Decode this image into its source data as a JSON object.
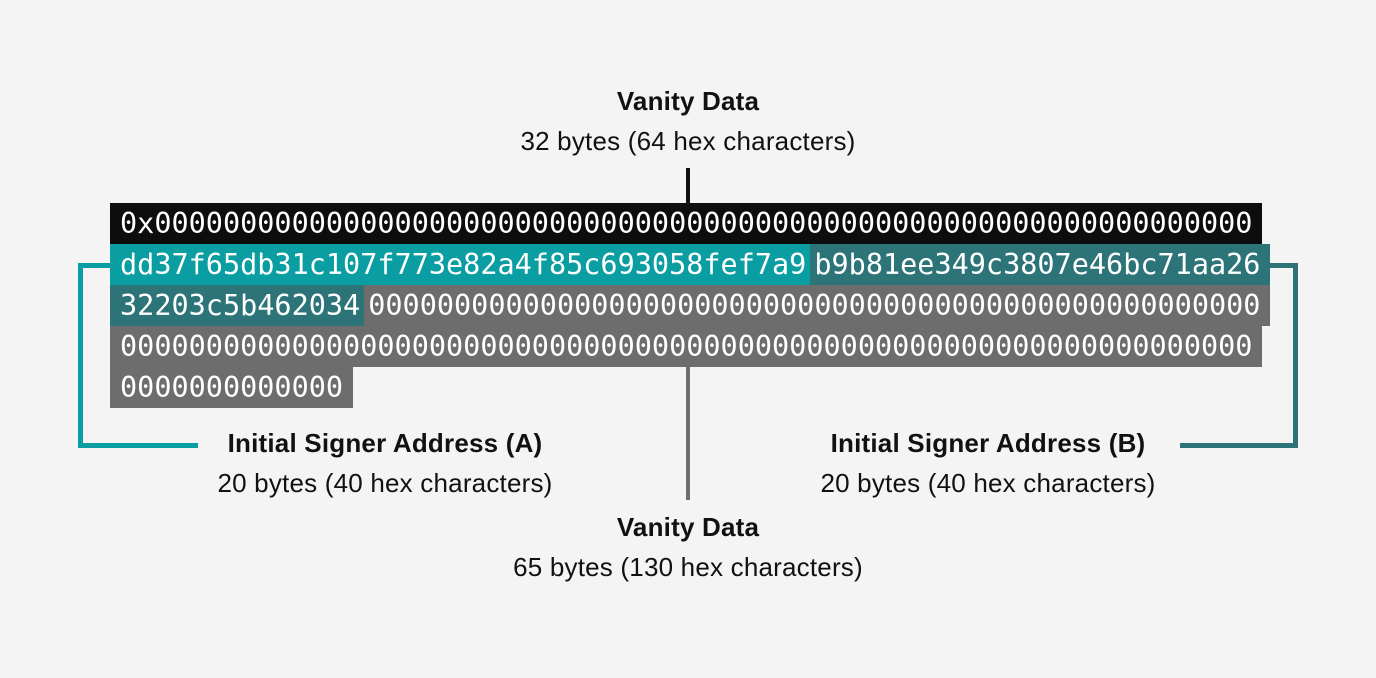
{
  "colors": {
    "page_bg": "#f4f4f5",
    "row_black": "#0d0d0d",
    "signer_a": "#0a9da1",
    "signer_b": "#2d7478",
    "zeros_gray": "#6d6d6d",
    "hex_text": "#ffffff",
    "caption_text": "#111111",
    "connector_top": "#111111",
    "connector_center": "#6d6d6d"
  },
  "top_caption": {
    "title": "Vanity Data",
    "subtitle": "32 bytes (64 hex characters)"
  },
  "caption_a": {
    "title": "Initial Signer Address (A)",
    "subtitle": "20 bytes (40 hex characters)"
  },
  "caption_b": {
    "title": "Initial Signer Address (B)",
    "subtitle": "20 bytes (40 hex characters)"
  },
  "bottom_caption": {
    "title": "Vanity Data",
    "subtitle": "65 bytes (130 hex characters)"
  },
  "addresses": {
    "signer_a": "dd37f65db31c107f773e82a4f85c693058fef7a9",
    "signer_b": "b9b81ee349c3807e46bc71aa2632203c5b462034"
  },
  "hex_rows": [
    {
      "segments": [
        {
          "role": "vanity-prefix",
          "text": "0x0000000000000000000000000000000000000000000000000000000000000000"
        }
      ]
    },
    {
      "segments": [
        {
          "role": "signer-a",
          "text": "dd37f65db31c107f773e82a4f85c693058fef7a9"
        },
        {
          "role": "signer-b",
          "text": "b9b81ee349c3807e46bc71aa26"
        }
      ]
    },
    {
      "segments": [
        {
          "role": "signer-b",
          "text": "32203c5b462034"
        },
        {
          "role": "zeros",
          "text": "0000000000000000000000000000000000000000000000000000"
        }
      ]
    },
    {
      "segments": [
        {
          "role": "zeros",
          "text": "000000000000000000000000000000000000000000000000000000000000000000"
        }
      ]
    },
    {
      "segments": [
        {
          "role": "zeros",
          "text": "0000000000000"
        }
      ]
    }
  ]
}
